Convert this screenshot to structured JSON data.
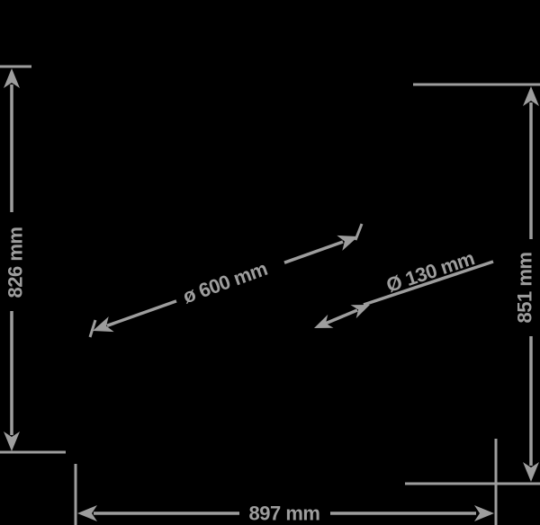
{
  "drawing": {
    "background": "#000000",
    "line_color": "#9d9d9d",
    "labels": {
      "height_left": "826 mm",
      "height_right": "851 mm",
      "width_bottom": "897 mm",
      "diameter_large": "ø 600 mm",
      "diameter_small": "Ø 130 mm"
    }
  }
}
